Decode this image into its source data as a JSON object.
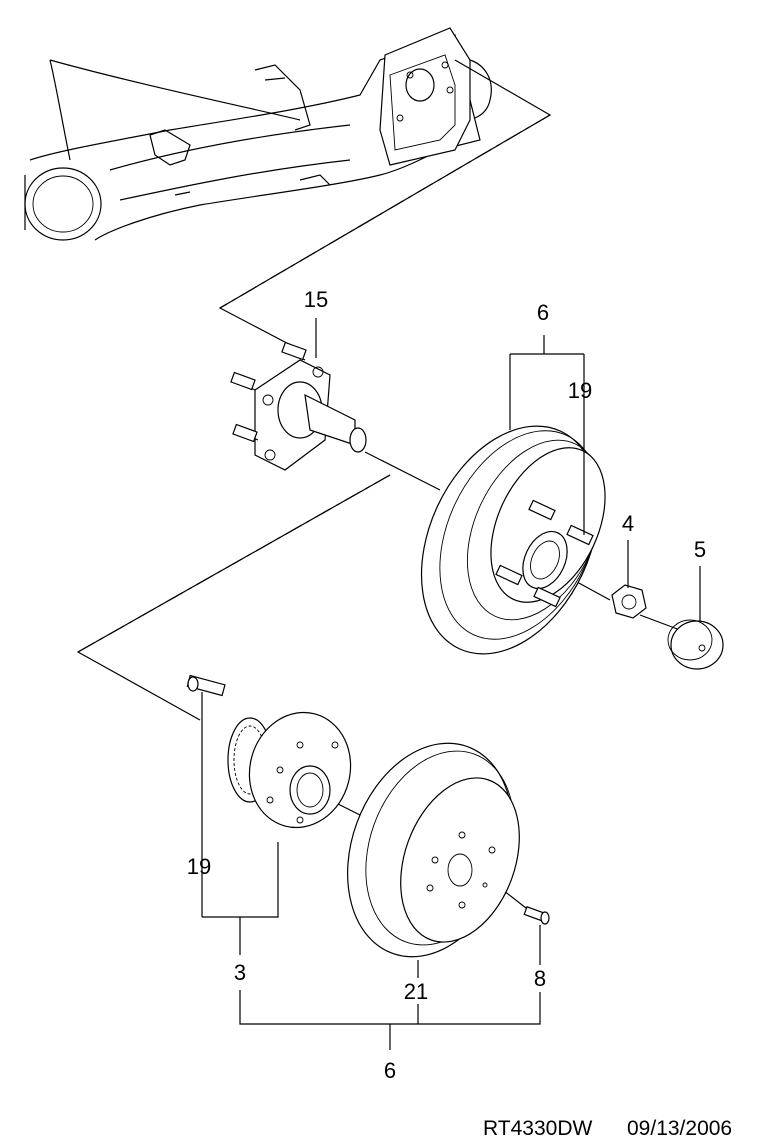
{
  "diagram": {
    "callouts": {
      "c15": "15",
      "c6_top": "6",
      "c19_top": "19",
      "c4": "4",
      "c5": "5",
      "c19_bottom": "19",
      "c3": "3",
      "c21": "21",
      "c8": "8",
      "c6_bottom": "6"
    },
    "footer": {
      "code": "RT4330DW",
      "date": "09/13/2006"
    }
  }
}
